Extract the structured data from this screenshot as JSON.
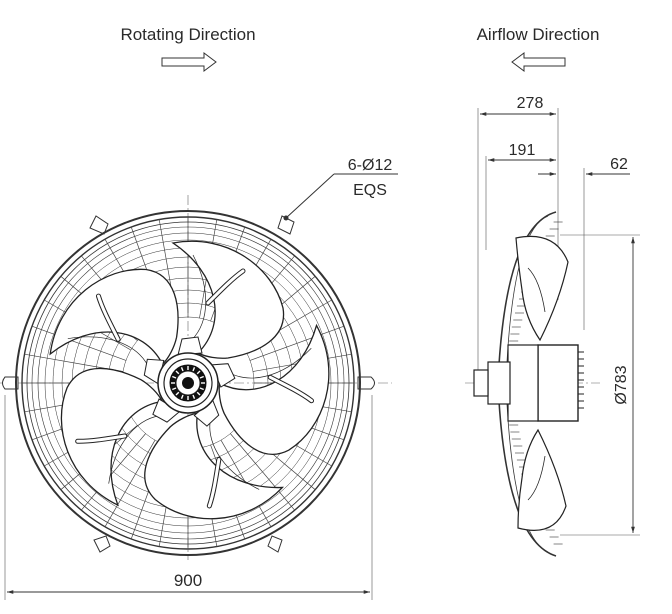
{
  "front_view": {
    "rotating_label": "Rotating Direction",
    "hole_note_line1": "6-Ø12",
    "hole_note_line2": "EQS",
    "width_dim": "900"
  },
  "side_view": {
    "airflow_label": "Airflow Direction",
    "depth_dim": "278",
    "hub_dim": "191",
    "motor_dim": "62",
    "diameter_dim": "Ø783"
  }
}
